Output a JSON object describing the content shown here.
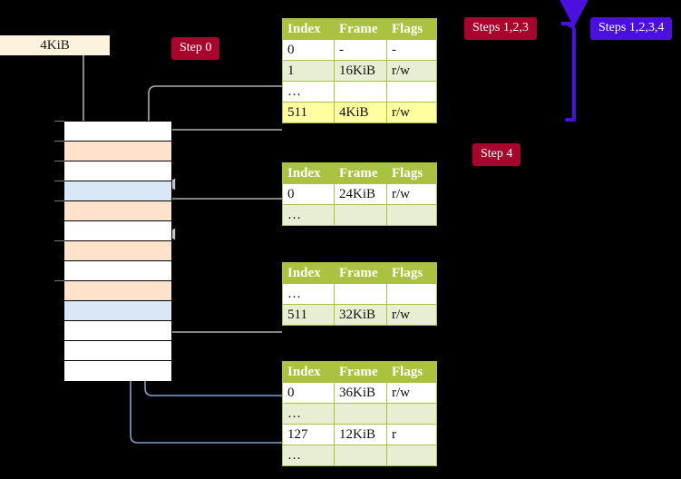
{
  "diagram": {
    "title_badges": [
      {
        "id": "step0",
        "label": "Step 0",
        "color": "#a8052c"
      },
      {
        "id": "steps123",
        "label": "Steps 1,2,3",
        "color": "#a8052c"
      },
      {
        "id": "steps1234",
        "label": "Steps 1,2,3,4",
        "color": "#4b10e0"
      },
      {
        "id": "step4",
        "label": "Step 4",
        "color": "#a8052c"
      }
    ],
    "frame_box": {
      "label": "4KiB",
      "background": "#fdf3dc"
    },
    "memory_column": {
      "rows": [
        {
          "index": 0,
          "fill": "white"
        },
        {
          "index": 1,
          "fill": "orange"
        },
        {
          "index": 2,
          "fill": "white"
        },
        {
          "index": 3,
          "fill": "blue"
        },
        {
          "index": 4,
          "fill": "orange"
        },
        {
          "index": 5,
          "fill": "white"
        },
        {
          "index": 6,
          "fill": "orange"
        },
        {
          "index": 7,
          "fill": "white"
        },
        {
          "index": 8,
          "fill": "orange"
        },
        {
          "index": 9,
          "fill": "blue"
        },
        {
          "index": 10,
          "fill": "white"
        },
        {
          "index": 11,
          "fill": "white"
        },
        {
          "index": 12,
          "fill": "white"
        }
      ],
      "colors": {
        "orange": "#ffe2cc",
        "blue": "#d9e7f7",
        "white": "#ffffff"
      }
    },
    "columns": [
      "Index",
      "Frame",
      "Flags"
    ],
    "tables": [
      {
        "id": "table-1",
        "rows": [
          {
            "cells": [
              "0",
              "-",
              "-"
            ],
            "alt": false,
            "highlight": false
          },
          {
            "cells": [
              "1",
              "16KiB",
              "r/w"
            ],
            "alt": true,
            "highlight": false
          },
          {
            "cells": [
              "…",
              "",
              ""
            ],
            "alt": false,
            "highlight": false
          },
          {
            "cells": [
              "511",
              "4KiB",
              "r/w"
            ],
            "alt": true,
            "highlight": true
          }
        ]
      },
      {
        "id": "table-2",
        "rows": [
          {
            "cells": [
              "0",
              "24KiB",
              "r/w"
            ],
            "alt": false,
            "highlight": false
          },
          {
            "cells": [
              "…",
              "",
              ""
            ],
            "alt": true,
            "highlight": false
          }
        ]
      },
      {
        "id": "table-3",
        "rows": [
          {
            "cells": [
              "…",
              "",
              ""
            ],
            "alt": false,
            "highlight": false
          },
          {
            "cells": [
              "511",
              "32KiB",
              "r/w"
            ],
            "alt": true,
            "highlight": false
          }
        ]
      },
      {
        "id": "table-4",
        "rows": [
          {
            "cells": [
              "0",
              "36KiB",
              "r/w"
            ],
            "alt": false,
            "highlight": false
          },
          {
            "cells": [
              "…",
              "",
              ""
            ],
            "alt": true,
            "highlight": false
          },
          {
            "cells": [
              "127",
              "12KiB",
              "r"
            ],
            "alt": false,
            "highlight": false
          },
          {
            "cells": [
              "…",
              "",
              ""
            ],
            "alt": true,
            "highlight": false
          }
        ]
      }
    ],
    "accent_colors": {
      "table_header": "#a9c23f",
      "table_alt_row": "#e8eed3",
      "highlight": "#ffffa0",
      "gray_wire": "#b0b0b0",
      "blue_wire": "#7f9fc4",
      "purple_arrow": "#4b10e0",
      "background": "#000000"
    }
  }
}
